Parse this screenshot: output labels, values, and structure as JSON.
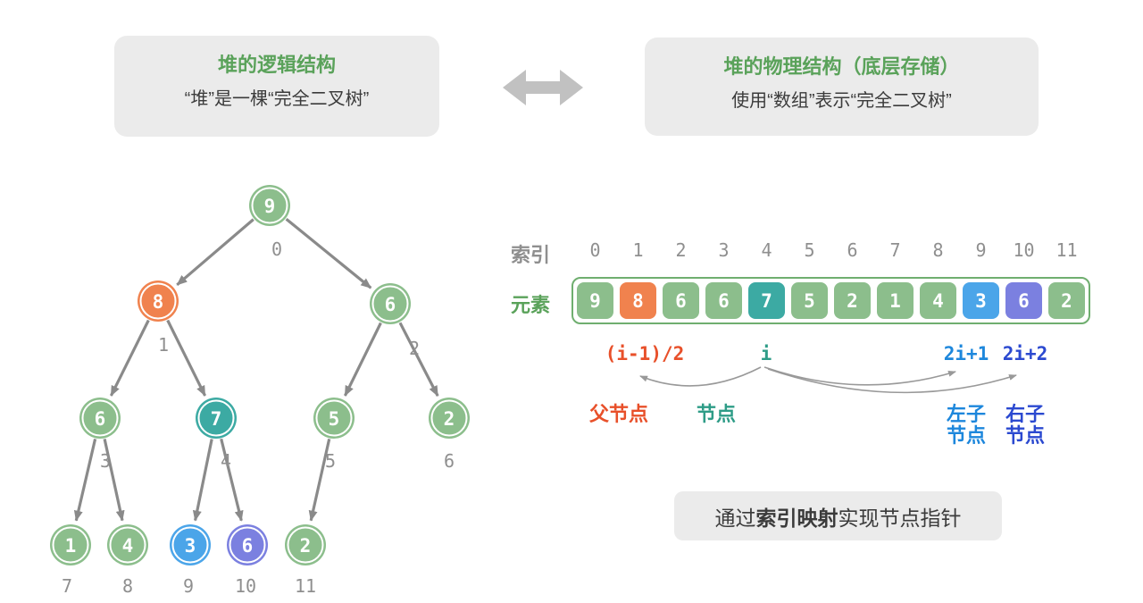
{
  "colors": {
    "node_green": "#8cbe8c",
    "node_orange": "#f0824e",
    "node_teal": "#3caaa3",
    "node_blue": "#4ba5e9",
    "node_purple": "#7b80e0",
    "title_green": "#5aa25a",
    "gray_box": "#ebebeb",
    "text_dark": "#3b3b3b",
    "gray_label": "#8f8f8f",
    "formula_parent": "#e8502a",
    "formula_node": "#2e9c87",
    "formula_left_child": "#1d87dc",
    "formula_right_child": "#2b49d0",
    "array_border_green": "#6fae6f"
  },
  "header": {
    "logical": {
      "title": "堆的逻辑结构",
      "subtitle": "“堆”是一棵“完全二叉树”"
    },
    "physical": {
      "title": "堆的物理结构（底层存储）",
      "subtitle": "使用“数组”表示“完全二叉树”"
    }
  },
  "tree": {
    "nodes": [
      {
        "value": "9",
        "index": "0",
        "color": "green"
      },
      {
        "value": "8",
        "index": "1",
        "color": "orange"
      },
      {
        "value": "6",
        "index": "2",
        "color": "green"
      },
      {
        "value": "6",
        "index": "3",
        "color": "green"
      },
      {
        "value": "7",
        "index": "4",
        "color": "teal"
      },
      {
        "value": "5",
        "index": "5",
        "color": "green"
      },
      {
        "value": "2",
        "index": "6",
        "color": "green"
      },
      {
        "value": "1",
        "index": "7",
        "color": "green"
      },
      {
        "value": "4",
        "index": "8",
        "color": "green"
      },
      {
        "value": "3",
        "index": "9",
        "color": "blue"
      },
      {
        "value": "6",
        "index": "10",
        "color": "purple"
      },
      {
        "value": "2",
        "index": "11",
        "color": "green"
      }
    ]
  },
  "array": {
    "index_label": "索引",
    "element_label": "元素",
    "indices": [
      "0",
      "1",
      "2",
      "3",
      "4",
      "5",
      "6",
      "7",
      "8",
      "9",
      "10",
      "11"
    ],
    "cells": [
      {
        "value": "9",
        "color": "green"
      },
      {
        "value": "8",
        "color": "orange"
      },
      {
        "value": "6",
        "color": "green"
      },
      {
        "value": "6",
        "color": "green"
      },
      {
        "value": "7",
        "color": "teal"
      },
      {
        "value": "5",
        "color": "green"
      },
      {
        "value": "2",
        "color": "green"
      },
      {
        "value": "1",
        "color": "green"
      },
      {
        "value": "4",
        "color": "green"
      },
      {
        "value": "3",
        "color": "blue"
      },
      {
        "value": "6",
        "color": "purple"
      },
      {
        "value": "2",
        "color": "green"
      }
    ]
  },
  "formulas": {
    "parent": "(i-1)/2",
    "node": "i",
    "left_child": "2i+1",
    "right_child": "2i+2"
  },
  "roles": {
    "parent": "父节点",
    "node": "节点",
    "left_line1": "左子",
    "left_line2": "节点",
    "right_line1": "右子",
    "right_line2": "节点"
  },
  "caption": {
    "prefix": "通过",
    "highlight": "索引映射",
    "suffix": "实现节点指针"
  }
}
